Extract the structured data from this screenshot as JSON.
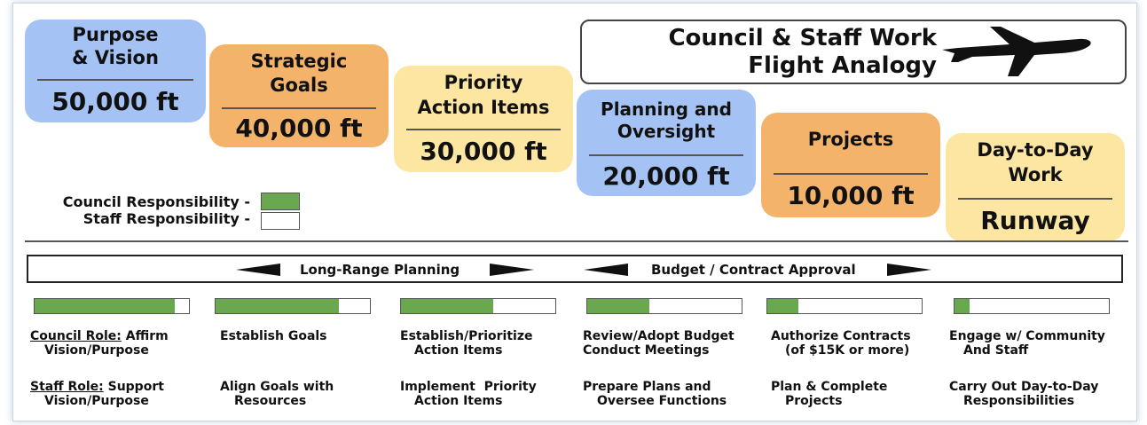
{
  "tiles": [
    {
      "title_1": "Purpose",
      "title_2": "& Vision",
      "altitude": "50,000 ft"
    },
    {
      "title_1": "Strategic",
      "title_2": "Goals",
      "altitude": "40,000 ft"
    },
    {
      "title_1": "Priority",
      "title_2": "Action Items",
      "altitude": "30,000 ft"
    },
    {
      "title_1": "Planning and",
      "title_2": "Oversight",
      "altitude": "20,000 ft"
    },
    {
      "title_1": "Projects",
      "title_2": "",
      "altitude": "10,000 ft"
    },
    {
      "title_1": "Day-to-Day",
      "title_2": "Work",
      "altitude": "Runway"
    }
  ],
  "flight_box": {
    "line_1": "Council & Staff Work",
    "line_2": "Flight Analogy",
    "icon": "airplane-icon"
  },
  "legend": {
    "council_label": "Council Responsibility -",
    "staff_label": "Staff Responsibility -",
    "council_color": "#6aa84f",
    "staff_color": "#ffffff"
  },
  "timeline": {
    "left_label": "Long-Range Planning",
    "right_label": "Budget / Contract Approval"
  },
  "responsibility_bars": [
    {
      "council_share": 0.91
    },
    {
      "council_share": 0.8
    },
    {
      "council_share": 0.6
    },
    {
      "council_share": 0.4
    },
    {
      "council_share": 0.2
    },
    {
      "council_share": 0.1
    }
  ],
  "council_role_prefix": "Council Role:",
  "staff_role_prefix": "Staff Role:",
  "columns": [
    {
      "council_1": "Affirm",
      "council_2": "Vision/Purpose",
      "staff_1": "Support",
      "staff_2": "Vision/Purpose"
    },
    {
      "council_1": "Establish Goals",
      "council_2": "",
      "staff_1": "Align Goals with",
      "staff_2": "Resources"
    },
    {
      "council_1": "Establish/Prioritize",
      "council_2": "Action Items",
      "staff_1": "Implement  Priority",
      "staff_2": "Action Items"
    },
    {
      "council_1": "Review/Adopt Budget",
      "council_2": "Conduct Meetings",
      "staff_1": "Prepare Plans and",
      "staff_2": "Oversee Functions"
    },
    {
      "council_1": "Authorize Contracts",
      "council_2": "(of $15K or more)",
      "staff_1": "Plan & Complete",
      "staff_2": "Projects"
    },
    {
      "council_1": "Engage w/ Community",
      "council_2": "And Staff",
      "staff_1": "Carry Out Day-to-Day",
      "staff_2": "Responsibilities"
    }
  ]
}
